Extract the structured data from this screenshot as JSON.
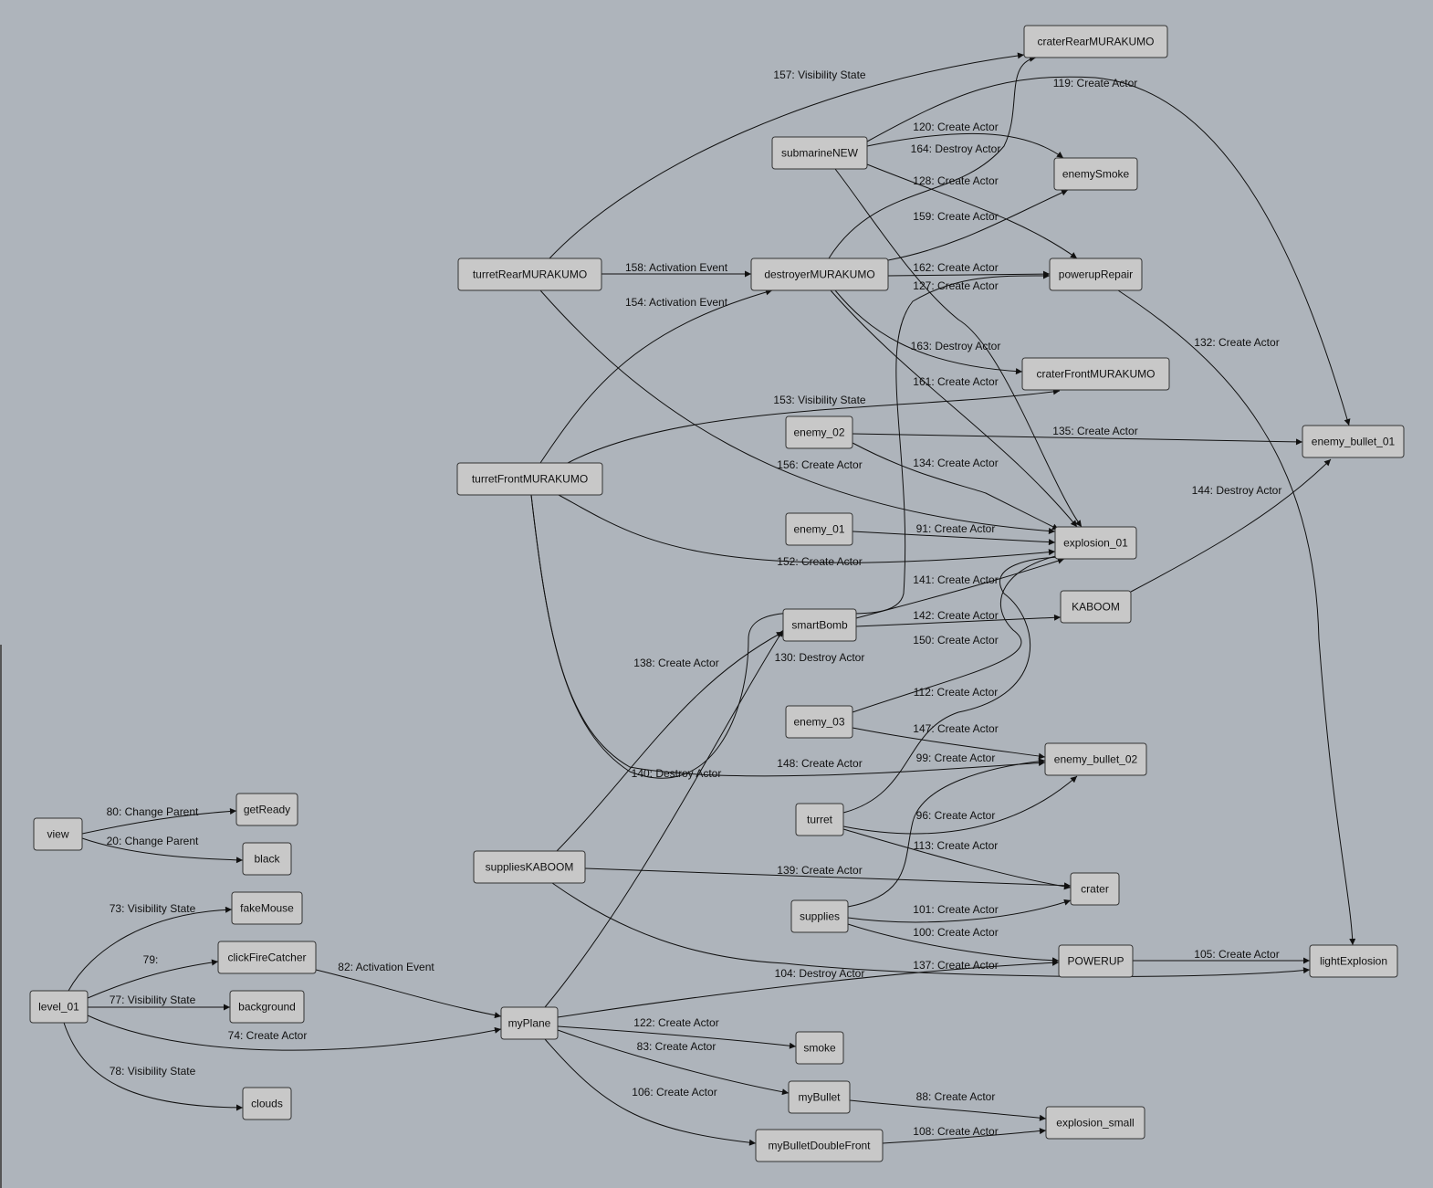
{
  "colors": {
    "background": "#aeb4bb",
    "node_fill": "#c8c8c8",
    "node_stroke": "#333333",
    "edge": "#111111"
  },
  "nodes": [
    {
      "id": "view",
      "label": "view"
    },
    {
      "id": "getReady",
      "label": "getReady"
    },
    {
      "id": "black",
      "label": "black"
    },
    {
      "id": "level_01",
      "label": "level_01"
    },
    {
      "id": "fakeMouse",
      "label": "fakeMouse"
    },
    {
      "id": "clickFireCatcher",
      "label": "clickFireCatcher"
    },
    {
      "id": "background",
      "label": "background"
    },
    {
      "id": "clouds",
      "label": "clouds"
    },
    {
      "id": "myPlane",
      "label": "myPlane"
    },
    {
      "id": "turretRearMURAKUMO",
      "label": "turretRearMURAKUMO"
    },
    {
      "id": "turretFrontMURAKUMO",
      "label": "turretFrontMURAKUMO"
    },
    {
      "id": "suppliesKABOOM",
      "label": "suppliesKABOOM"
    },
    {
      "id": "submarineNEW",
      "label": "submarineNEW"
    },
    {
      "id": "destroyerMURAKUMO",
      "label": "destroyerMURAKUMO"
    },
    {
      "id": "enemy_02",
      "label": "enemy_02"
    },
    {
      "id": "enemy_01",
      "label": "enemy_01"
    },
    {
      "id": "smartBomb",
      "label": "smartBomb"
    },
    {
      "id": "enemy_03",
      "label": "enemy_03"
    },
    {
      "id": "turret",
      "label": "turret"
    },
    {
      "id": "supplies",
      "label": "supplies"
    },
    {
      "id": "smoke",
      "label": "smoke"
    },
    {
      "id": "myBullet",
      "label": "myBullet"
    },
    {
      "id": "myBulletDoubleFront",
      "label": "myBulletDoubleFront"
    },
    {
      "id": "craterRearMURAKUMO",
      "label": "craterRearMURAKUMO"
    },
    {
      "id": "enemySmoke",
      "label": "enemySmoke"
    },
    {
      "id": "powerupRepair",
      "label": "powerupRepair"
    },
    {
      "id": "craterFrontMURAKUMO",
      "label": "craterFrontMURAKUMO"
    },
    {
      "id": "explosion_01",
      "label": "explosion_01"
    },
    {
      "id": "KABOOM",
      "label": "KABOOM"
    },
    {
      "id": "enemy_bullet_02",
      "label": "enemy_bullet_02"
    },
    {
      "id": "crater",
      "label": "crater"
    },
    {
      "id": "POWERUP",
      "label": "POWERUP"
    },
    {
      "id": "explosion_small",
      "label": "explosion_small"
    },
    {
      "id": "enemy_bullet_01",
      "label": "enemy_bullet_01"
    },
    {
      "id": "lightExplosion",
      "label": "lightExplosion"
    }
  ],
  "edges": [
    {
      "from": "view",
      "to": "getReady",
      "label": "80: Change Parent"
    },
    {
      "from": "view",
      "to": "black",
      "label": "20: Change Parent"
    },
    {
      "from": "level_01",
      "to": "fakeMouse",
      "label": "73: Visibility State"
    },
    {
      "from": "level_01",
      "to": "clickFireCatcher",
      "label": "79:"
    },
    {
      "from": "level_01",
      "to": "background",
      "label": "77: Visibility State"
    },
    {
      "from": "level_01",
      "to": "myPlane",
      "label": "74: Create Actor"
    },
    {
      "from": "level_01",
      "to": "clouds",
      "label": "78: Visibility State"
    },
    {
      "from": "clickFireCatcher",
      "to": "myPlane",
      "label": "82: Activation Event"
    },
    {
      "from": "myPlane",
      "to": "smoke",
      "label": "122: Create Actor"
    },
    {
      "from": "myPlane",
      "to": "myBullet",
      "label": "83: Create Actor"
    },
    {
      "from": "myPlane",
      "to": "myBulletDoubleFront",
      "label": "106: Create Actor"
    },
    {
      "from": "myPlane",
      "to": "POWERUP",
      "label": "104: Destroy Actor"
    },
    {
      "from": "myPlane",
      "to": "smartBomb",
      "label": "130: Destroy Actor"
    },
    {
      "from": "myBullet",
      "to": "explosion_small",
      "label": "88: Create Actor"
    },
    {
      "from": "myBulletDoubleFront",
      "to": "explosion_small",
      "label": "108: Create Actor"
    },
    {
      "from": "turretRearMURAKUMO",
      "to": "destroyerMURAKUMO",
      "label": "158: Activation Event"
    },
    {
      "from": "turretRearMURAKUMO",
      "to": "craterRearMURAKUMO",
      "label": "157: Visibility State"
    },
    {
      "from": "turretRearMURAKUMO",
      "to": "explosion_01",
      "label": "156: Create Actor"
    },
    {
      "from": "turretFrontMURAKUMO",
      "to": "destroyerMURAKUMO",
      "label": "154: Activation Event"
    },
    {
      "from": "turretFrontMURAKUMO",
      "to": "craterFrontMURAKUMO",
      "label": "153: Visibility State"
    },
    {
      "from": "turretFrontMURAKUMO",
      "to": "explosion_01",
      "label": "152: Create Actor"
    },
    {
      "from": "turretFrontMURAKUMO",
      "to": "enemy_bullet_02",
      "label": "148: Create Actor"
    },
    {
      "from": "suppliesKABOOM",
      "to": "smartBomb",
      "label": "138: Create Actor"
    },
    {
      "from": "suppliesKABOOM",
      "to": "crater",
      "label": "139: Create Actor"
    },
    {
      "from": "suppliesKABOOM",
      "to": "lightExplosion",
      "label": "137: Create Actor"
    },
    {
      "from": "submarineNEW",
      "to": "enemy_bullet_01",
      "label": "119: Create Actor"
    },
    {
      "from": "submarineNEW",
      "to": "enemySmoke",
      "label": "120: Create Actor"
    },
    {
      "from": "submarineNEW",
      "to": "powerupRepair",
      "label": "128: Create Actor"
    },
    {
      "from": "submarineNEW",
      "to": "explosion_01",
      "label": "127: Create Actor"
    },
    {
      "from": "destroyerMURAKUMO",
      "to": "craterRearMURAKUMO",
      "label": "164: Destroy Actor"
    },
    {
      "from": "destroyerMURAKUMO",
      "to": "enemySmoke",
      "label": "159: Create Actor"
    },
    {
      "from": "destroyerMURAKUMO",
      "to": "powerupRepair",
      "label": "162: Create Actor"
    },
    {
      "from": "destroyerMURAKUMO",
      "to": "craterFrontMURAKUMO",
      "label": "163: Destroy Actor"
    },
    {
      "from": "destroyerMURAKUMO",
      "to": "explosion_01",
      "label": "161: Create Actor"
    },
    {
      "from": "powerupRepair",
      "to": "lightExplosion",
      "label": "132: Create Actor"
    },
    {
      "from": "enemy_02",
      "to": "enemy_bullet_01",
      "label": "135: Create Actor"
    },
    {
      "from": "enemy_02",
      "to": "explosion_01",
      "label": "134: Create Actor"
    },
    {
      "from": "enemy_01",
      "to": "explosion_01",
      "label": "91: Create Actor"
    },
    {
      "from": "KABOOM",
      "to": "enemy_bullet_01",
      "label": "144: Destroy Actor"
    },
    {
      "from": "smartBomb",
      "to": "explosion_01",
      "label": "141: Create Actor"
    },
    {
      "from": "smartBomb",
      "to": "KABOOM",
      "label": "142: Create Actor"
    },
    {
      "from": "enemy_03",
      "to": "explosion_01",
      "label": "150: Create Actor"
    },
    {
      "from": "enemy_03",
      "to": "enemy_bullet_02",
      "label": "147: Create Actor"
    },
    {
      "from": "turret",
      "to": "explosion_01",
      "label": "112: Create Actor"
    },
    {
      "from": "turret",
      "to": "enemy_bullet_02",
      "label": "96: Create Actor"
    },
    {
      "from": "turret",
      "to": "crater",
      "label": "113: Create Actor"
    },
    {
      "from": "supplies",
      "to": "enemy_bullet_02",
      "label": "99: Create Actor"
    },
    {
      "from": "supplies",
      "to": "crater",
      "label": "101: Create Actor"
    },
    {
      "from": "supplies",
      "to": "POWERUP",
      "label": "100: Create Actor"
    },
    {
      "from": "POWERUP",
      "to": "lightExplosion",
      "label": "105: Create Actor"
    },
    {
      "from": "turretFrontMURAKUMO",
      "to": "explosion_01",
      "label": "140: Destroy Actor"
    }
  ]
}
